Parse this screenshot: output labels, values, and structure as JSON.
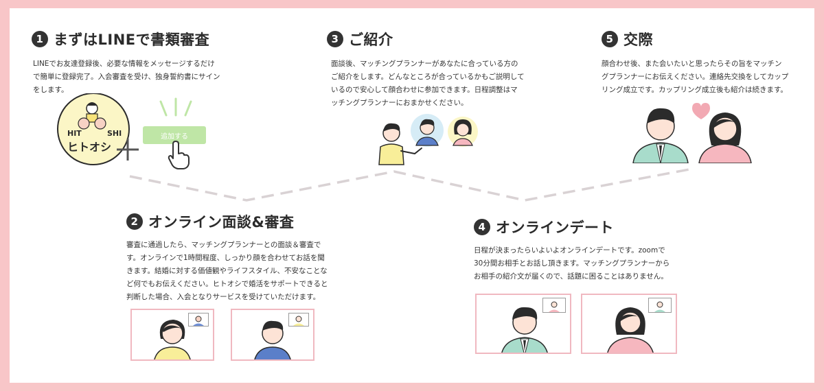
{
  "steps": [
    {
      "num": "1",
      "title": "まずはLINEで書類審査",
      "desc": "LINEでお友達登録後、必要な情報をメッセージするだけ\nで簡単に登録完了。入会審査を受け、独身誓約書にサイン\nをします。"
    },
    {
      "num": "2",
      "title": "オンライン面談&審査",
      "desc": "審査に通過したら、マッチングプランナーとの面談＆審査で\nす。オンラインで1時間程度、しっかり顔を合わせてお話を聞\nきます。結婚に対する価値観やライフスタイル、不安なことな\nど何でもお伝えください。ヒトオシで婚活をサポートできると\n判断した場合、入会となりサービスを受けていただけます。"
    },
    {
      "num": "3",
      "title": "ご紹介",
      "desc": "面談後、マッチングプランナーがあなたに合っている方の\nご紹介をします。どんなところが合っているかもご説明して\nいるので安心して顔合わせに参加できます。日程調整はマ\nッチングプランナーにおまかせください。"
    },
    {
      "num": "4",
      "title": "オンラインデート",
      "desc": "日程が決まったらいよいよオンラインデートです。zoomで\n30分間お相手とお話し頂きます。マッチングプランナーから\nお相手の紹介文が届くので、話題に困ることはありません。"
    },
    {
      "num": "5",
      "title": "交際",
      "desc": "顔合わせ後、また会いたいと思ったらその旨をマッチン\nグプランナーにお伝えください。連絡先交換をしてカップ\nリング成立です。カップリング成立後も紹介は続きます。"
    }
  ],
  "logo": {
    "top": "HIT",
    "top_right": "SHI",
    "bottom": "ヒトオシ"
  },
  "line_button": "追加する",
  "colors": {
    "frame": "#f8c6c8",
    "accent_pink": "#f2a9b3",
    "logo_yellow": "#fbf6c6",
    "button_green": "#bfe6a6",
    "dash": "#d9d2d4"
  }
}
